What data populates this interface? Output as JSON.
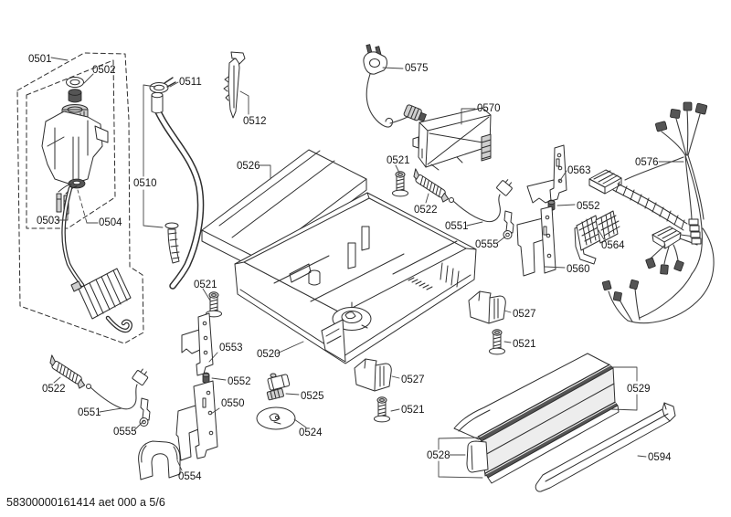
{
  "page": {
    "footer_code": "58300000161414 aet 000 a 5/6"
  },
  "colors": {
    "ink": "#2e2e2e",
    "background": "#ffffff"
  },
  "diagram": {
    "description": "Exploded spare-parts diagram, dishwasher base assembly",
    "labels": {
      "0501": "0501",
      "0502": "0502",
      "0503": "0503",
      "0504": "0504",
      "0510": "0510",
      "0511": "0511",
      "0512": "0512",
      "0520": "0520",
      "0521": "0521",
      "0522": "0522",
      "0524": "0524",
      "0525": "0525",
      "0526": "0526",
      "0527": "0527",
      "0528": "0528",
      "0529": "0529",
      "0550": "0550",
      "0551": "0551",
      "0552": "0552",
      "0553": "0553",
      "0554": "0554",
      "0555": "0555",
      "0560": "0560",
      "0563": "0563",
      "0564": "0564",
      "0570": "0570",
      "0575": "0575",
      "0576": "0576",
      "0594": "0594"
    }
  }
}
